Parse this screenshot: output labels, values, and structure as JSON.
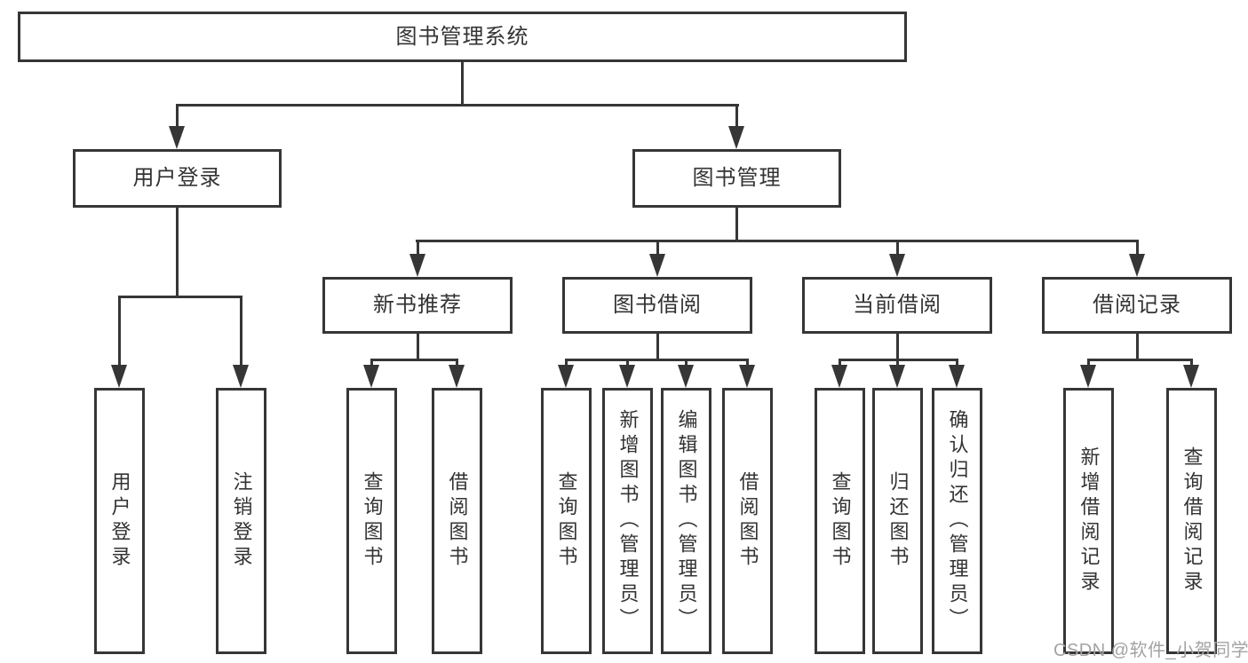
{
  "colors": {
    "page_bg": "#ffffff",
    "box_fill": "#ffffff",
    "border": "#363636",
    "line": "#363636",
    "text": "#333333",
    "watermark": "#a3a3a3"
  },
  "nodes": {
    "root": "图书管理系统",
    "level2": [
      "用户登录",
      "图书管理"
    ],
    "level3": [
      "新书推荐",
      "图书借阅",
      "当前借阅",
      "借阅记录"
    ],
    "leaves": [
      "用户登录",
      "注销登录",
      "查询图书",
      "借阅图书",
      "查询图书",
      "新增图书（管理员）",
      "编辑图书（管理员）",
      "借阅图书",
      "查询图书",
      "归还图书",
      "确认归还（管理员）",
      "新增借阅记录",
      "查询借阅记录"
    ]
  },
  "watermark": "CSDN @软件_小贺同学"
}
